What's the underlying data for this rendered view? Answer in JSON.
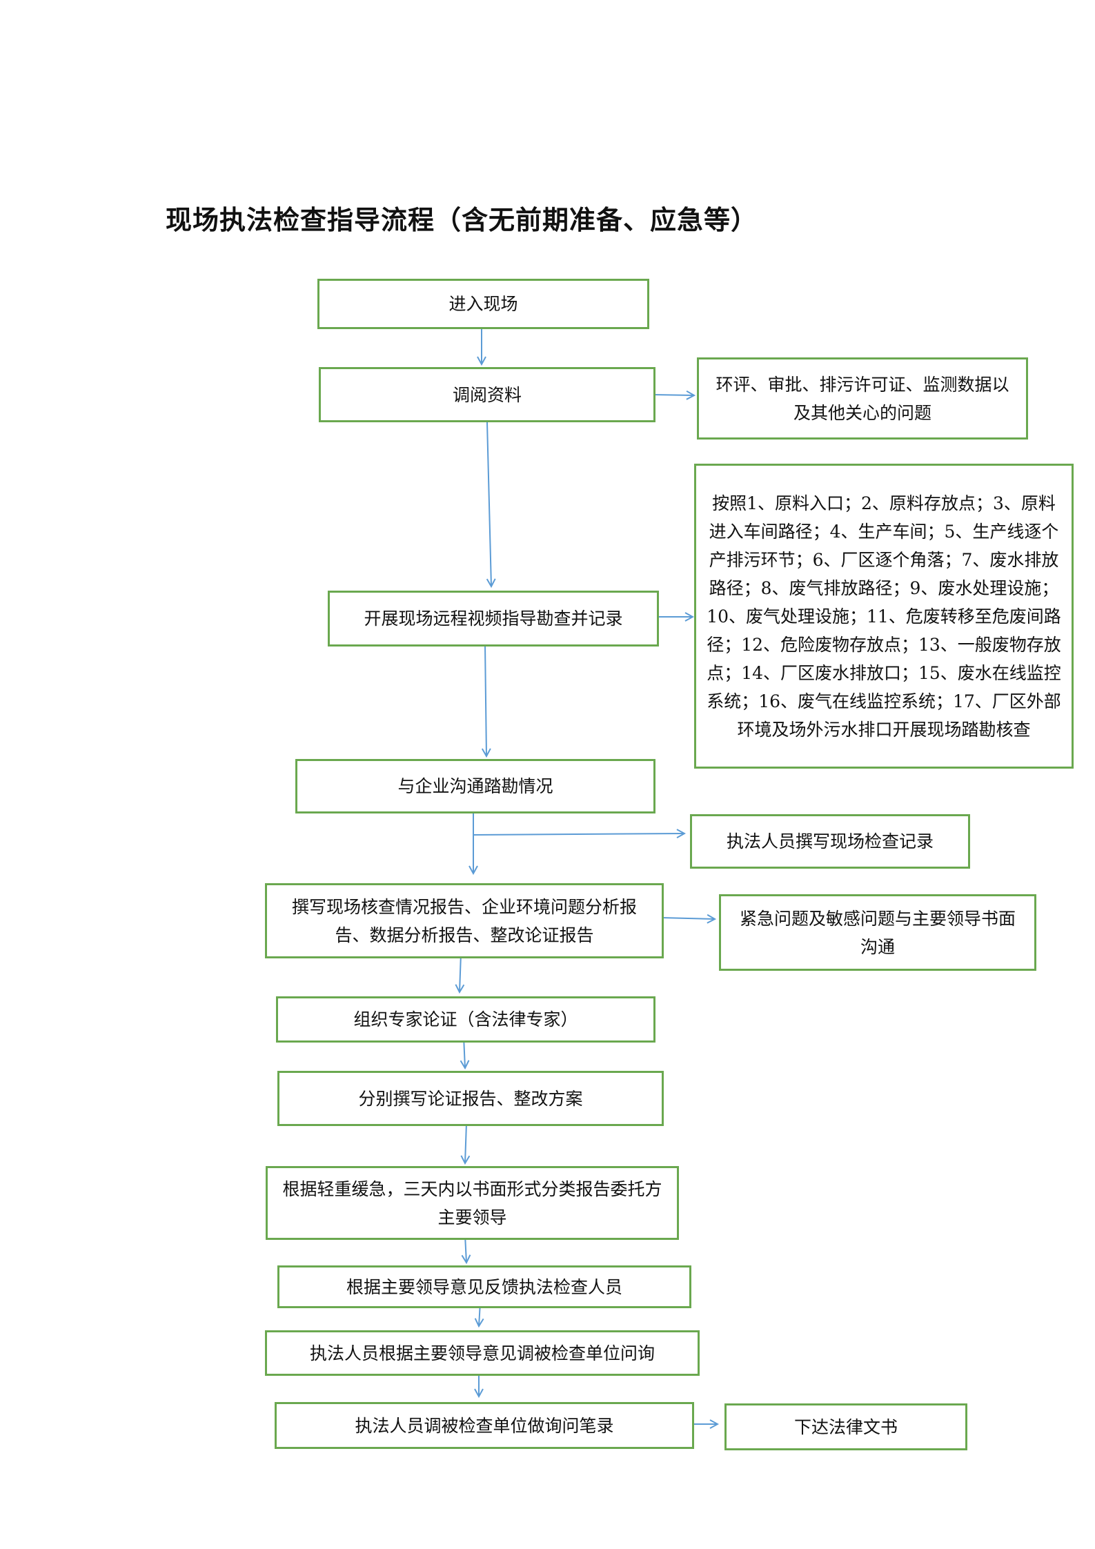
{
  "title": "现场执法检查指导流程（含无前期准备、应急等）",
  "colors": {
    "border": "#6aa84f",
    "arrow": "#5b9bd5"
  },
  "steps": {
    "enter_site": "进入现场",
    "review_materials": "调阅资料",
    "review_details": "环评、审批、排污许可证、监测数据以及其他关心的问题",
    "remote_inspection": "开展现场远程视频指导勘查并记录",
    "inspection_points": "按照1、原料入口；2、原料存放点；3、原料进入车间路径；4、生产车间；5、生产线逐个产排污环节；6、厂区逐个角落；7、废水排放路径；8、废气排放路径；9、废水处理设施；10、废气处理设施；11、危废转移至危废间路径；12、危险废物存放点；13、一般废物存放点；14、厂区废水排放口；15、废水在线监控系统；16、废气在线监控系统；17、厂区外部环境及场外污水排口开展现场踏勘核查",
    "communicate_enterprise": "与企业沟通踏勘情况",
    "write_inspection_record": "执法人员撰写现场检查记录",
    "write_reports": "撰写现场核查情况报告、企业环境问题分析报告、数据分析报告、整改论证报告",
    "urgent_issues": "紧急问题及敏感问题与主要领导书面沟通",
    "expert_review": "组织专家论证（含法律专家）",
    "write_plans": "分别撰写论证报告、整改方案",
    "report_to_leaders": "根据轻重缓急，三天内以书面形式分类报告委托方主要领导",
    "feedback": "根据主要领导意见反馈执法检查人员",
    "summon_unit": "执法人员根据主要领导意见调被检查单位问询",
    "inquiry_record": "执法人员调被检查单位做询问笔录",
    "legal_documents": "下达法律文书"
  }
}
